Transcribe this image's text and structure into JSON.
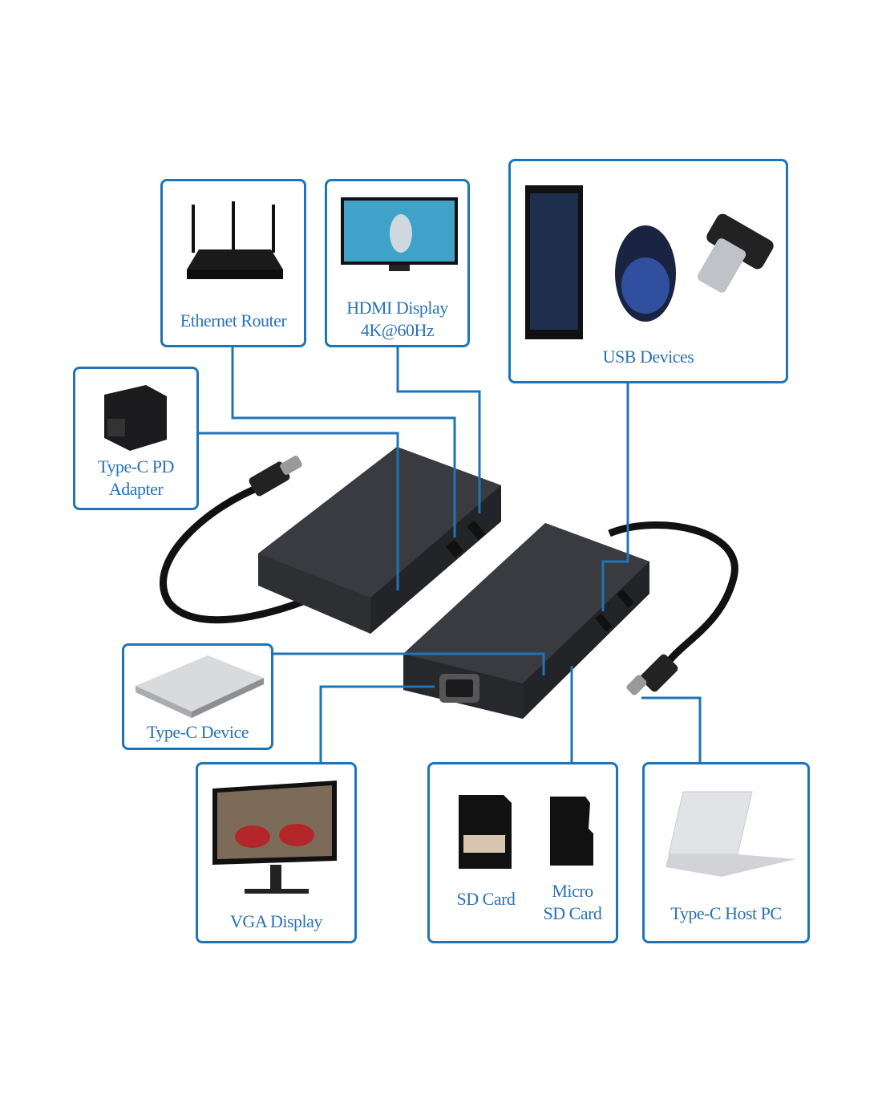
{
  "colors": {
    "accent": "#1f74b8",
    "label": "#2a72b5",
    "device": "#2e2f33"
  },
  "boxes": {
    "ethernet_router": {
      "label": "Ethernet Router",
      "icon": "router-icon"
    },
    "hdmi_display": {
      "label_line1": "HDMI Display",
      "label_line2": "4K@60Hz",
      "icon": "monitor-icon"
    },
    "usb_devices": {
      "label": "USB Devices",
      "icon": "usb-devices-icon"
    },
    "type_c_pd": {
      "label_line1": "Type-C PD",
      "label_line2": "Adapter",
      "icon": "power-adapter-icon"
    },
    "type_c_device": {
      "label": "Type-C Device",
      "icon": "ssd-icon"
    },
    "vga_display": {
      "label": "VGA Display",
      "icon": "monitor-icon"
    },
    "sd_card": {
      "label": "SD Card",
      "icon": "sd-card-icon"
    },
    "micro_sd": {
      "label_line1": "Micro",
      "label_line2": "SD Card",
      "icon": "micro-sd-icon"
    },
    "host_pc": {
      "label": "Type-C Host PC",
      "icon": "laptop-icon"
    }
  }
}
